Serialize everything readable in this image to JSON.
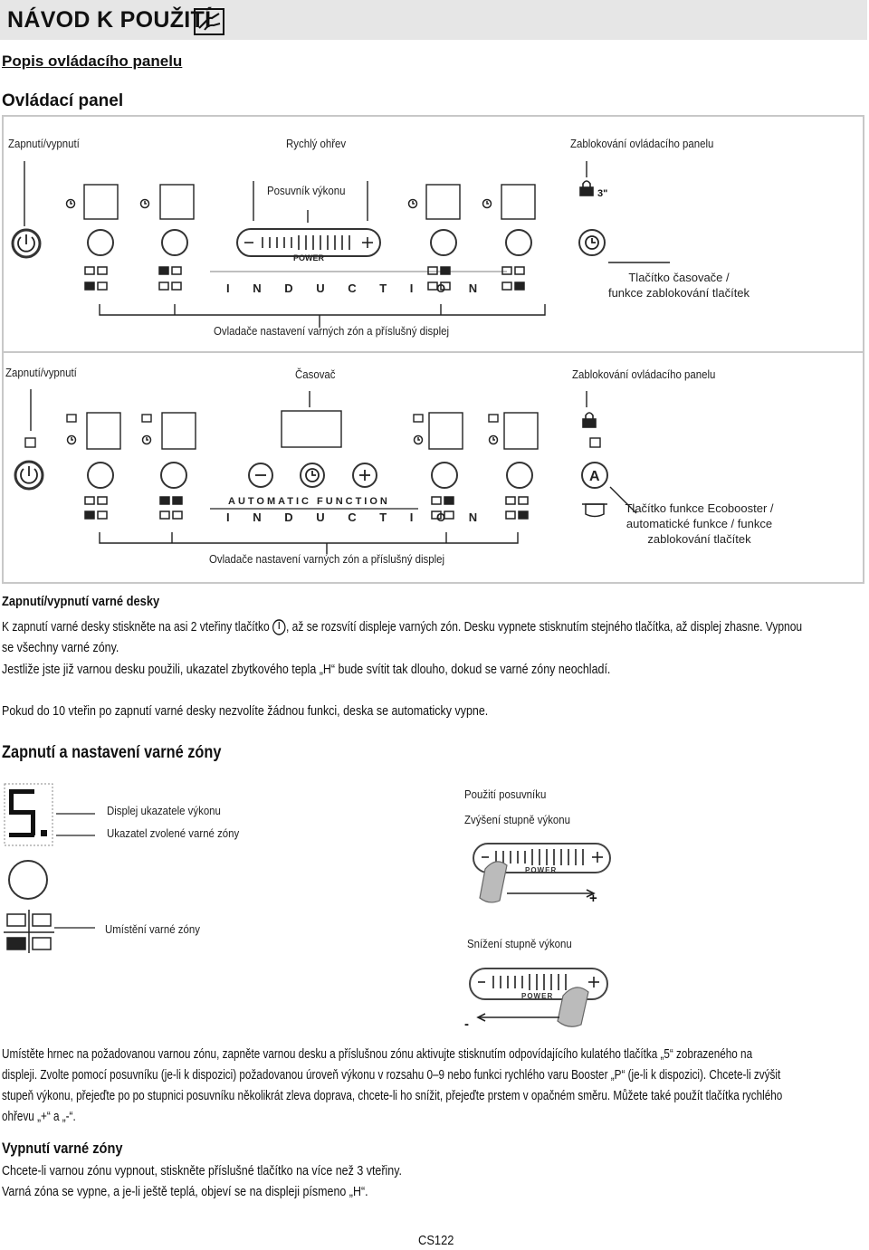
{
  "header": {
    "title": "NÁVOD K POUŽITÍ",
    "icon": "manual-hand-icon"
  },
  "subheader": "Popis ovládacího panelu",
  "section_panel": "Ovládací panel",
  "panel1": {
    "on_off": "Zapnutí/vypnutí",
    "quick_heat": "Rychlý ohřev",
    "lock": "Zablokování ovládacího panelu",
    "slider": "Posuvník výkonu",
    "timer_btn_1": "Tlačítko časovače /",
    "timer_btn_2": "funkce zablokování tlačítek",
    "zones": "Ovladače nastavení varných zón a příslušný displej",
    "power_text": "POWER",
    "induction_text": "I N D U C T I O N",
    "lock_time": "3\""
  },
  "panel2": {
    "on_off": "Zapnutí/vypnutí",
    "timer": "Časovač",
    "lock": "Zablokování ovládacího panelu",
    "eco_1": "Tlačítko funkce Ecobooster /",
    "eco_2": "automatické funkce / funkce",
    "eco_3": "zablokování tlačítek",
    "zones": "Ovladače nastavení varných zón a příslušný displej",
    "auto_text": "AUTOMATIC FUNCTION",
    "induction_text": "I N D U C T I O N",
    "a_letter": "A"
  },
  "onoff_section": {
    "title": "Zapnutí/vypnutí varné desky",
    "p1a": "K zapnutí varné desky stiskněte na asi 2 vteřiny tlačítko",
    "p1b": ", až se rozsvítí displeje varných zón. Desku vypnete stisknutím stejného tlačítka, až displej zhasne. Vypnou",
    "p1c": "se všechny varné zóny.",
    "p2": "Jestliže jste již varnou desku použili, ukazatel zbytkového tepla „H“ bude svítit tak dlouho, dokud se varné zóny neochladí.",
    "p3": "Pokud do 10 vteřin po zapnutí varné desky nezvolíte žádnou funkci, deska se automaticky vypne."
  },
  "zone_section": {
    "title": "Zapnutí a nastavení varné zóny",
    "display_label": "Displej ukazatele výkonu",
    "indicator_label": "Ukazatel zvolené varné zóny",
    "position_label": "Umístění varné zóny",
    "slider_use": "Použití posuvníku",
    "increase": "Zvýšení stupně výkonu",
    "decrease": "Snížení stupně výkonu",
    "power_text": "POWER",
    "plus": "+",
    "minus": "-",
    "digit": "5"
  },
  "zone_para": {
    "l1": "Umístěte hrnec na požadovanou varnou zónu, zapněte varnou desku a příslušnou zónu aktivujte stisknutím odpovídajícího kulatého tlačítka „5“ zobrazeného na",
    "l2": "displeji. Zvolte pomocí posuvníku (je-li k dispozici) požadovanou úroveň výkonu v rozsahu 0–9 nebo funkci rychlého varu Booster „P“ (je-li k dispozici). Chcete-li zvýšit",
    "l3": "stupeň výkonu, přejeďte po po stupnici posuvníku několikrát zleva doprava, chcete-li ho snížit, přejeďte prstem v opačném směru. Můžete také použít tlačítka rychlého",
    "l4": "ohřevu „+“ a „-“."
  },
  "off_section": {
    "title": "Vypnutí varné zóny",
    "p1": "Chcete-li varnou zónu vypnout, stiskněte příslušné tlačítko na více než 3 vteřiny.",
    "p2": "Varná zóna se vypne, a je-li ještě teplá, objeví se na displeji písmeno „H“."
  },
  "footer": "CS122"
}
